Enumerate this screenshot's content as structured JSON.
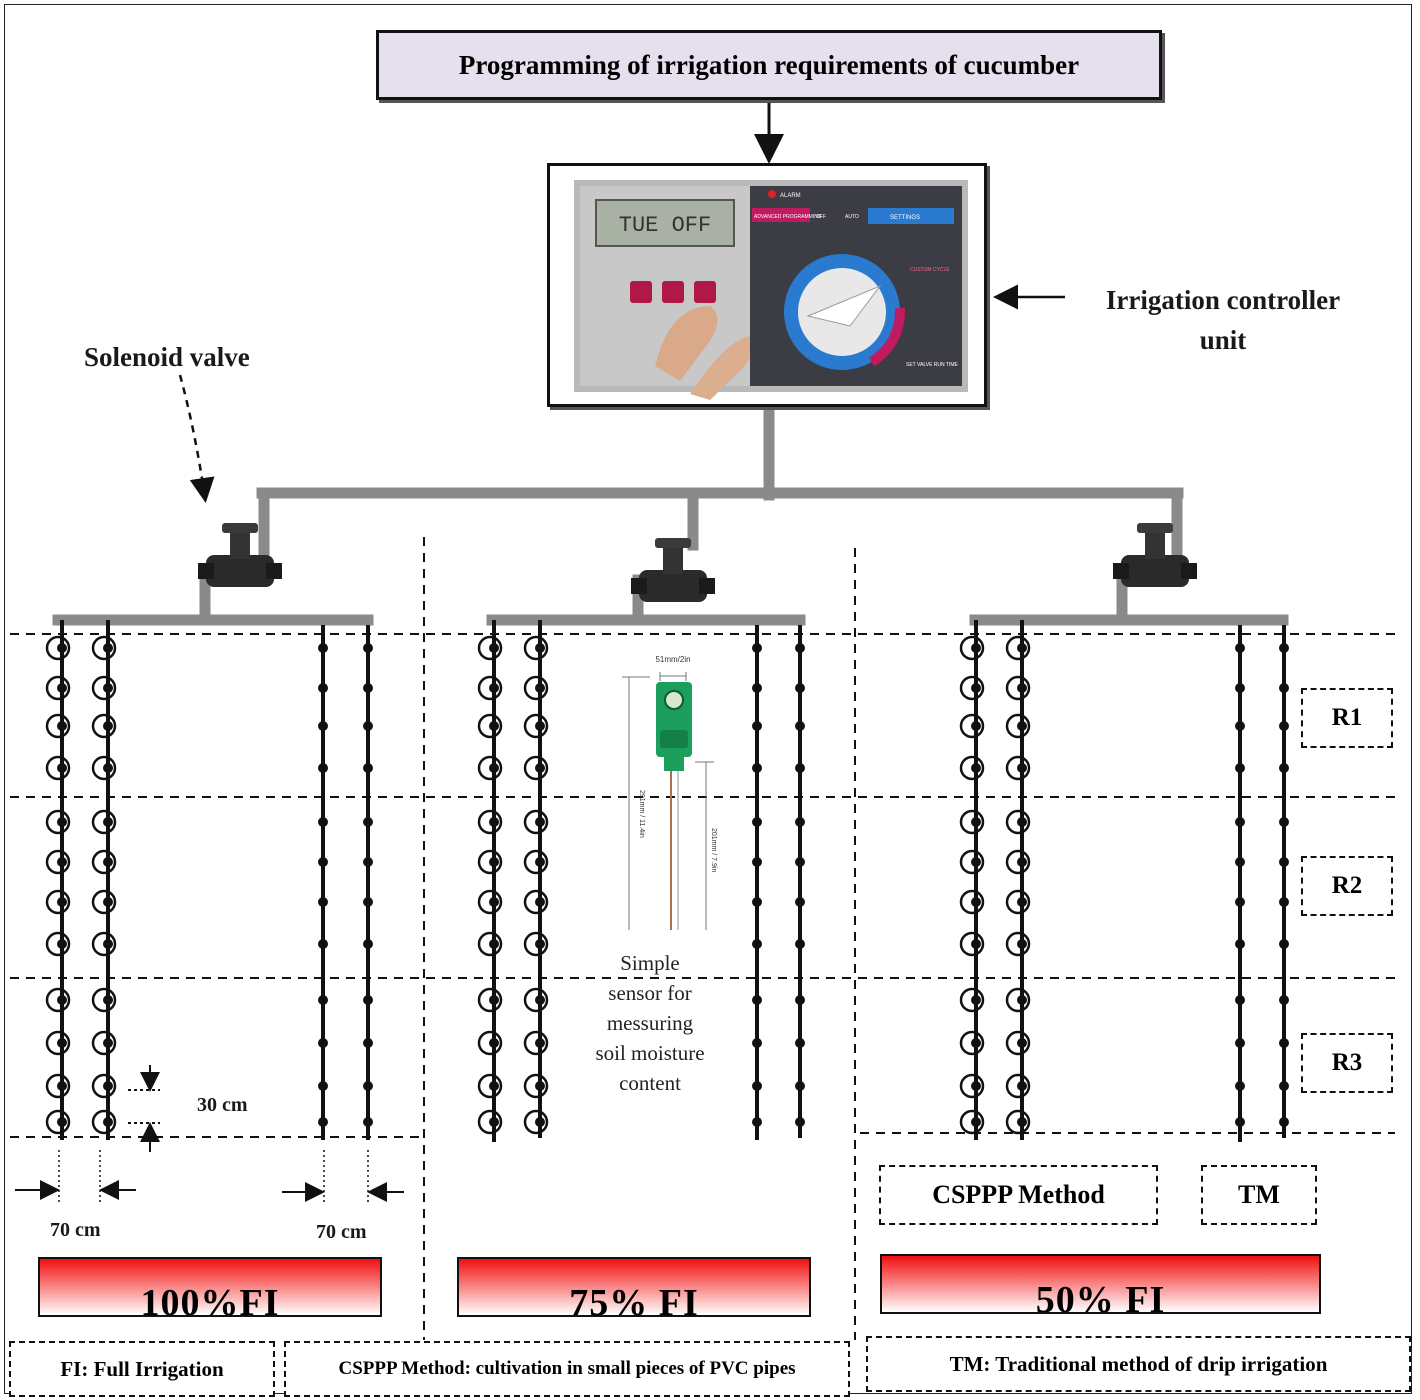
{
  "title": "Programming of irrigation requirements of cucumber",
  "controller_label": "Irrigation controller unit",
  "controller_label_line1": "Irrigation controller",
  "controller_label_line2": "unit",
  "controller_screen": {
    "display": "TUE  OFF",
    "alarm": "ALARM",
    "advanced": "ADVANCED PROGRAMMING",
    "settings": "SETTINGS",
    "off": "OFF",
    "auto": "AUTO",
    "custom": "CUSTOM CYCLE",
    "set_valve": "SET VALVE RUN TIME"
  },
  "solenoid_label": "Solenoid valve",
  "replicates": [
    "R1",
    "R2",
    "R3"
  ],
  "spacing_row": "30 cm",
  "spacing_lateral_left": "70 cm",
  "spacing_lateral_right": "70 cm",
  "sensor_text": [
    "Simple",
    "sensor for",
    "messuring",
    "soil moisture",
    "content"
  ],
  "sensor_dims": {
    "top": "51mm/2in",
    "len1": "291mm / 11.4in",
    "len2": "201mm / 7.9in"
  },
  "method_boxes": {
    "csppp": "CSPPP Method",
    "tm": "TM"
  },
  "treatments": [
    "100%FI",
    "75% FI",
    "50% FI"
  ],
  "legend": {
    "fi": "FI: Full Irrigation",
    "csppp": "CSPPP Method: cultivation in small pieces of PVC pipes",
    "tm": "TM: Traditional method of drip irrigation"
  },
  "colors": {
    "pipe": "#8a8a8a",
    "bar_red": "#f01010",
    "title_bg": "#e6e0ee"
  }
}
